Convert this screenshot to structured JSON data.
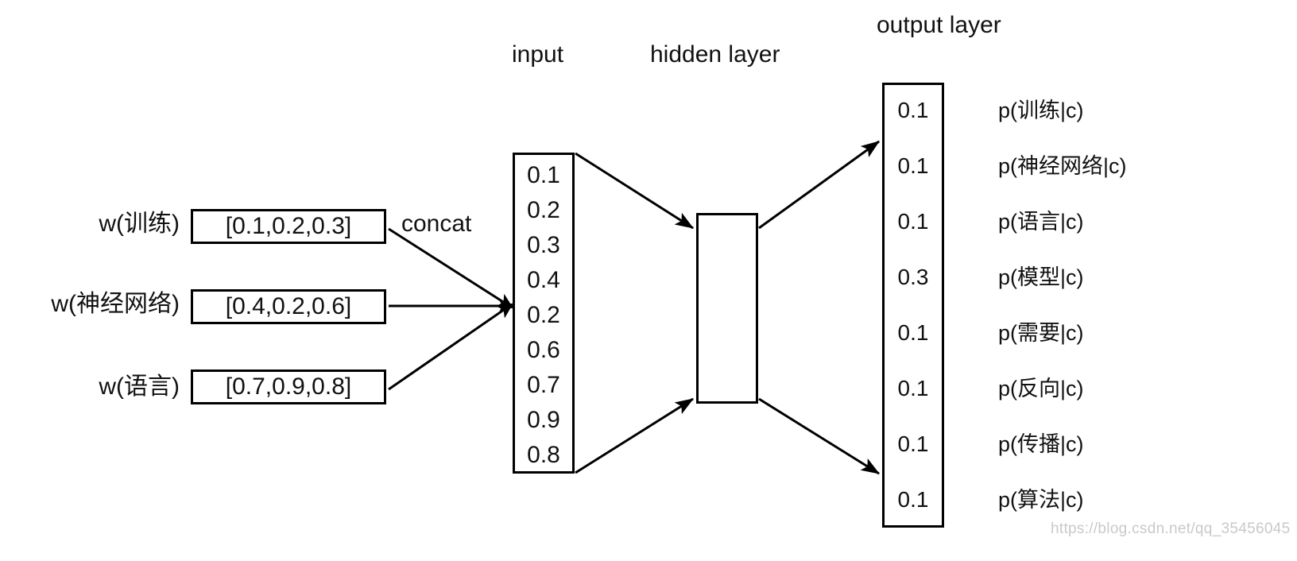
{
  "diagram": {
    "title_labels": {
      "input": "input",
      "hidden": "hidden layer",
      "output": "output layer"
    },
    "concat_label": "concat",
    "word_inputs": [
      {
        "label": "w(训练)",
        "vector": "[0.1,0.2,0.3]"
      },
      {
        "label": "w(神经网络)",
        "vector": "[0.4,0.2,0.6]"
      },
      {
        "label": "w(语言)",
        "vector": "[0.7,0.9,0.8]"
      }
    ],
    "input_vector": [
      "0.1",
      "0.2",
      "0.3",
      "0.4",
      "0.2",
      "0.6",
      "0.7",
      "0.9",
      "0.8"
    ],
    "output_rows": [
      {
        "value": "0.1",
        "label": "p(训练|c)"
      },
      {
        "value": "0.1",
        "label": "p(神经网络|c)"
      },
      {
        "value": "0.1",
        "label": "p(语言|c)"
      },
      {
        "value": "0.3",
        "label": "p(模型|c)"
      },
      {
        "value": "0.1",
        "label": "p(需要|c)"
      },
      {
        "value": "0.1",
        "label": "p(反向|c)"
      },
      {
        "value": "0.1",
        "label": "p(传播|c)"
      },
      {
        "value": "0.1",
        "label": "p(算法|c)"
      }
    ],
    "watermark": "https://blog.csdn.net/qq_35456045",
    "colors": {
      "stroke": "#000000",
      "text": "#111111",
      "background": "#ffffff",
      "watermark": "#c9c9c9"
    }
  }
}
